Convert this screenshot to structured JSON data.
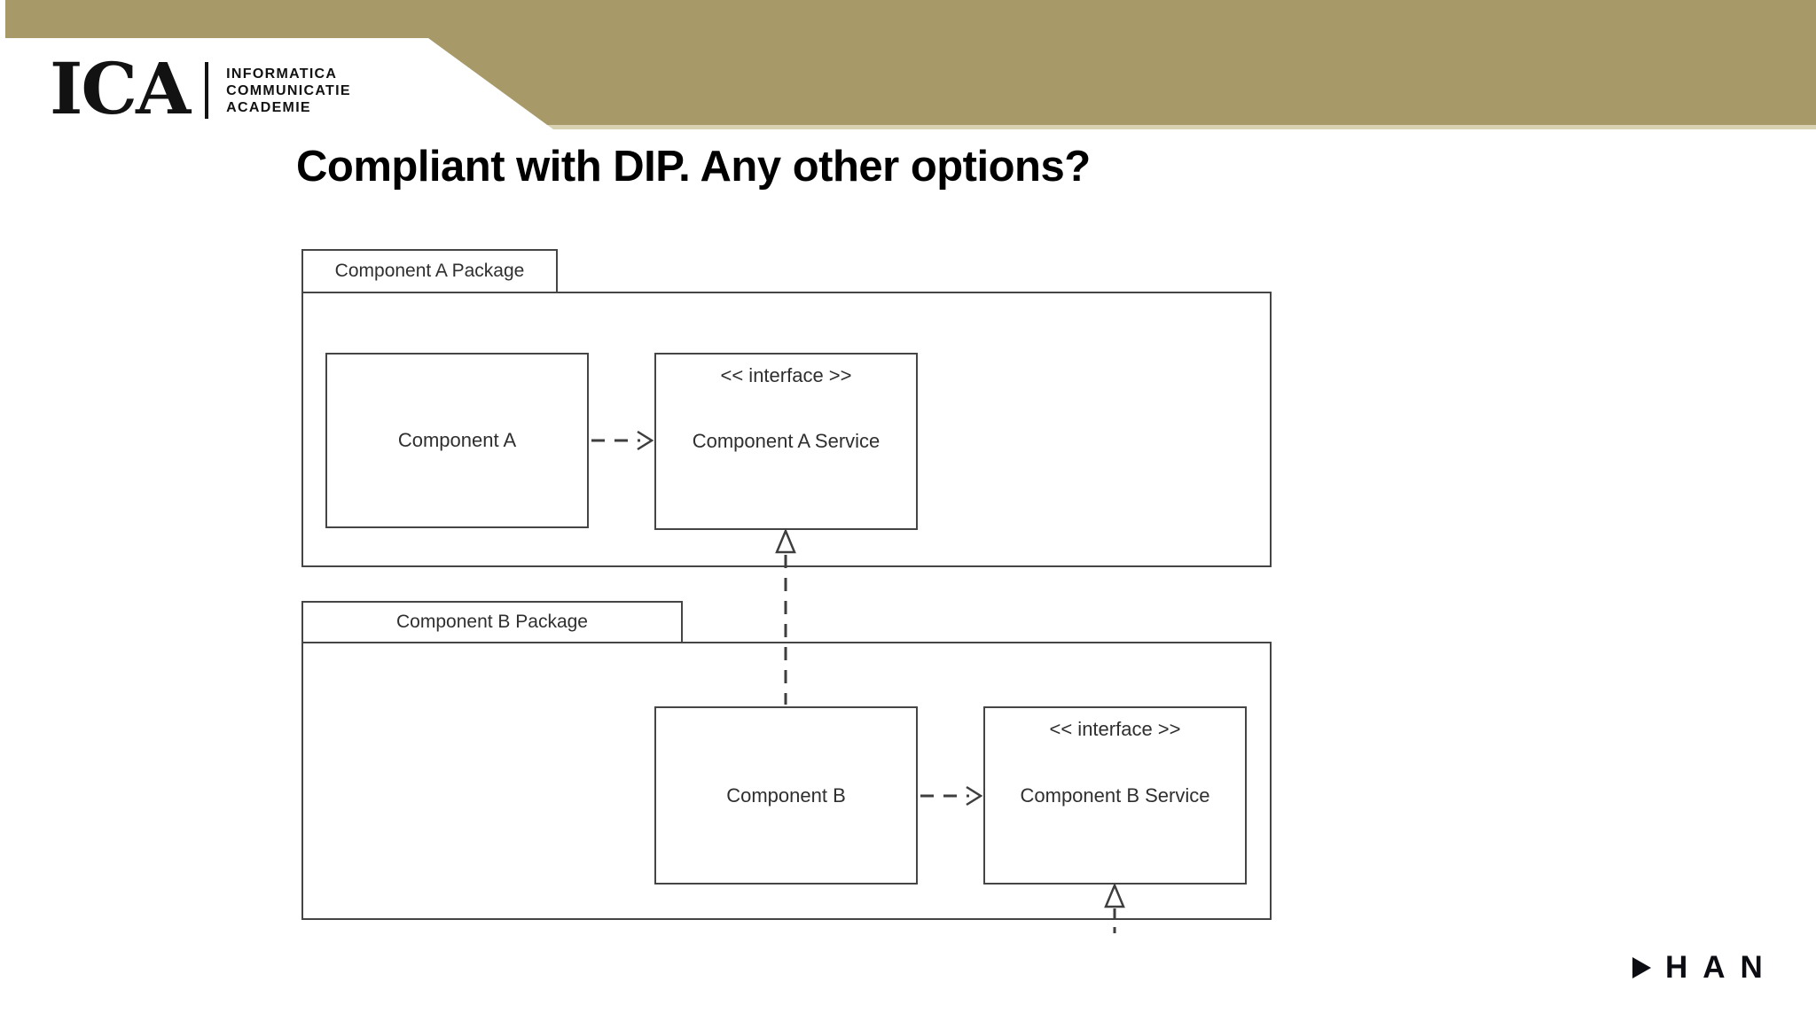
{
  "slide": {
    "title": "Compliant with DIP. Any other options?"
  },
  "brand": {
    "logo_text": "ICA",
    "org_lines": [
      "INFORMATICA",
      "COMMUNICATIE",
      "ACADEMIE"
    ],
    "footer_logo": "HAN"
  },
  "diagram": {
    "package_a": {
      "label": "Component A Package",
      "component_label": "Component A",
      "interface_stereotype": "<< interface >>",
      "interface_label": "Component A Service"
    },
    "package_b": {
      "label": "Component B Package",
      "component_label": "Component B",
      "interface_stereotype": "<< interface >>",
      "interface_label": "Component B Service"
    },
    "relations": [
      {
        "from": "Component A",
        "to": "Component A Service",
        "type": "dependency"
      },
      {
        "from": "Component B",
        "to": "Component A Service",
        "type": "realization"
      },
      {
        "from": "Component B",
        "to": "Component B Service",
        "type": "dependency"
      },
      {
        "from": "off-slide",
        "to": "Component B Service",
        "type": "realization"
      }
    ]
  },
  "colors": {
    "band_gold": "#a79a68",
    "band_edge": "#d9d2b2",
    "diagram_line": "#3e3e3e",
    "text_black": "#111111"
  }
}
